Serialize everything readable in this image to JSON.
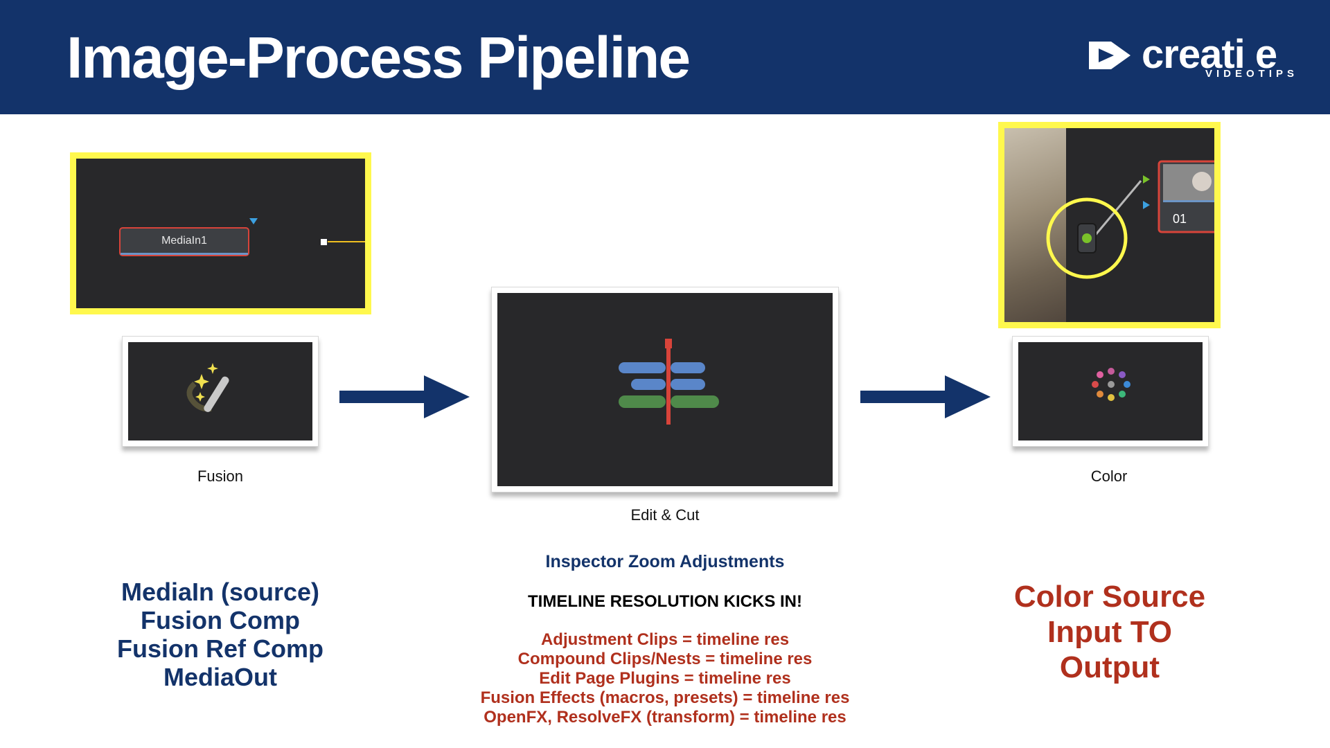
{
  "title": "Image-Process Pipeline",
  "logo": {
    "word": "creati e",
    "sub": "VIDEOTIPS"
  },
  "fusion_panel": {
    "node_label": "MediaIn1"
  },
  "color_panel": {
    "node_label": "01"
  },
  "captions": {
    "fusion": "Fusion",
    "edit": "Edit & Cut",
    "color": "Color"
  },
  "left_text": [
    "MediaIn (source)",
    "Fusion Comp",
    "Fusion Ref Comp",
    "MediaOut"
  ],
  "middle": {
    "heading": "Inspector Zoom Adjustments",
    "subheading": "TIMELINE RESOLUTION KICKS IN!",
    "items": [
      "Adjustment Clips = timeline res",
      "Compound Clips/Nests = timeline res",
      "Edit Page Plugins = timeline res",
      "Fusion Effects (macros, presets) = timeline res",
      "OpenFX, ResolveFX (transform) = timeline res"
    ]
  },
  "right_text": [
    "Color Source",
    "Input TO",
    "Output"
  ],
  "colors": {
    "header_bg": "#13336a",
    "navy_text": "#13336a",
    "red_text": "#b0301d",
    "highlight": "#fff84d",
    "panel_bg": "#28282a"
  }
}
